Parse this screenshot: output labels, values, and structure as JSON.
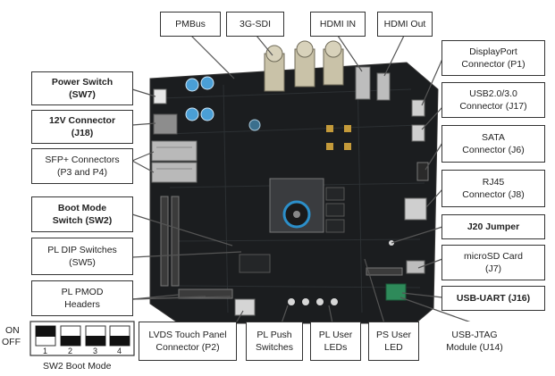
{
  "labels": {
    "pmbus": "PMBus",
    "sdi": "3G-SDI",
    "hdmi_in": "HDMI IN",
    "hdmi_out": "HDMI Out",
    "power_switch": "Power Switch\n(SW7)",
    "connector_12v": "12V Connector\n(J18)",
    "sfp": "SFP+ Connectors\n(P3 and P4)",
    "boot_mode": "Boot Mode\nSwitch (SW2)",
    "pl_dip": "PL DIP Switches\n(SW5)",
    "pl_pmod": "PL PMOD\nHeaders",
    "displayport": "DisplayPort\nConnector (P1)",
    "usb": "USB2.0/3.0\nConnector (J17)",
    "sata": "SATA\nConnector (J6)",
    "rj45": "RJ45\nConnector (J8)",
    "j20": "J20 Jumper",
    "microsd": "microSD Card\n(J7)",
    "usb_uart": "USB-UART (J16)",
    "lvds": "LVDS Touch Panel\nConnector (P2)",
    "pl_push": "PL Push\nSwitches",
    "pl_leds": "PL User\nLEDs",
    "ps_led": "PS User\nLED",
    "usb_jtag": "USB-JTAG\nModule (U14)"
  },
  "switch_diagram": {
    "on": "ON",
    "off": "OFF",
    "numbers": [
      "1",
      "2",
      "3",
      "4"
    ],
    "caption": "SW2 Boot Mode"
  }
}
